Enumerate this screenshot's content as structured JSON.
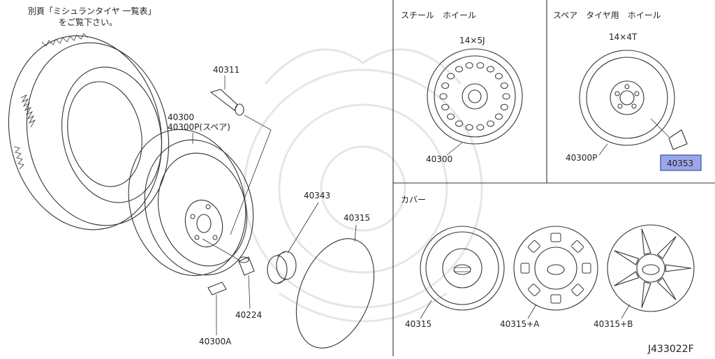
{
  "note": {
    "line1": "別頁「ミシュランタイヤ 一覧表」",
    "line2": "をご覧下さい。"
  },
  "panels": {
    "steel_wheel": {
      "title": "スチール　ホイール",
      "size": "14×5J",
      "part": "40300"
    },
    "spare_wheel": {
      "title": "スペア　タイヤ用　ホイール",
      "size": "14×4T",
      "part": "40300P",
      "highlight_part": "40353"
    },
    "cover": {
      "title": "カバー",
      "items": [
        "40315",
        "40315+A",
        "40315+B"
      ]
    }
  },
  "parts": {
    "valve": "40311",
    "wheel": "40300",
    "wheel_spare": "40300P(スペア)",
    "cap": "40343",
    "cover": "40315",
    "nut": "40224",
    "weight": "40300A"
  },
  "diagram_id": "J433022F",
  "colors": {
    "highlight": "#9aa6e6",
    "highlight_border": "#3a4fb5",
    "line": "#333333"
  }
}
